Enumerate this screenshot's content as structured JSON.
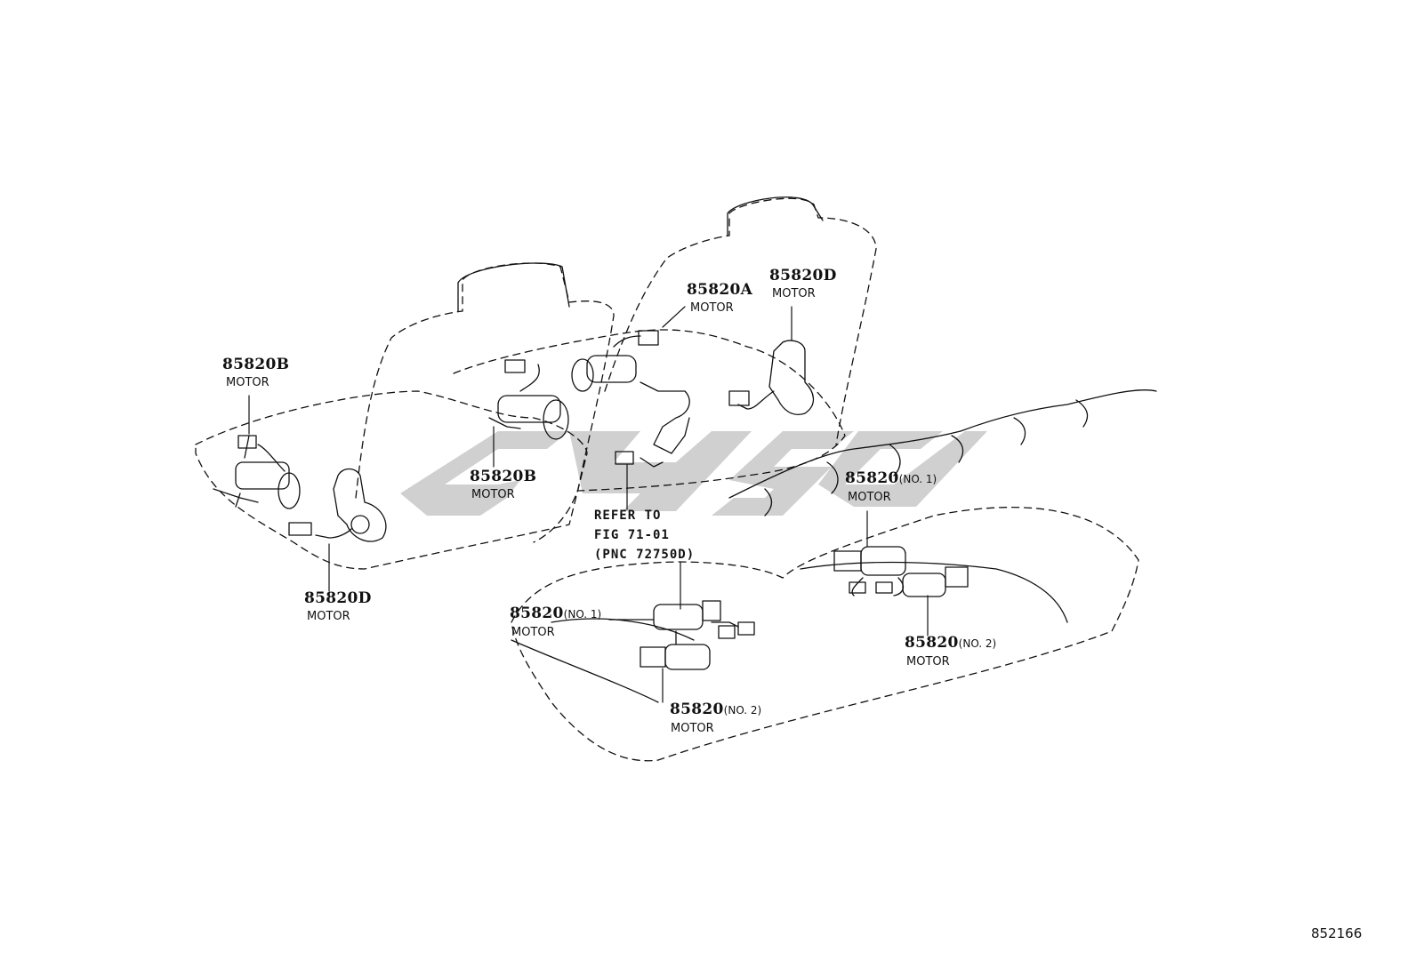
{
  "callouts": {
    "top_left": {
      "part": "85820B",
      "name": "MOTOR"
    },
    "center_left": {
      "part": "85820B",
      "name": "MOTOR"
    },
    "top_center": {
      "part": "85820A",
      "name": "MOTOR"
    },
    "top_right": {
      "part": "85820D",
      "name": "MOTOR"
    },
    "bottom_left": {
      "part": "85820D",
      "name": "MOTOR"
    },
    "rear_right_1": {
      "part": "85820",
      "suffix": "(NO. 1)",
      "name": "MOTOR"
    },
    "rear_right_2": {
      "part": "85820",
      "suffix": "(NO. 2)",
      "name": "MOTOR"
    },
    "rear_left_1": {
      "part": "85820",
      "suffix": "(NO. 1)",
      "name": "MOTOR"
    },
    "rear_left_2": {
      "part": "85820",
      "suffix": "(NO. 2)",
      "name": "MOTOR"
    }
  },
  "reference_note": {
    "line1": "REFER TO",
    "line2": "FIG 71-01",
    "line3": "(PNC 72750D)"
  },
  "figure_id": "852166",
  "watermark_color": "#c8c8c8"
}
